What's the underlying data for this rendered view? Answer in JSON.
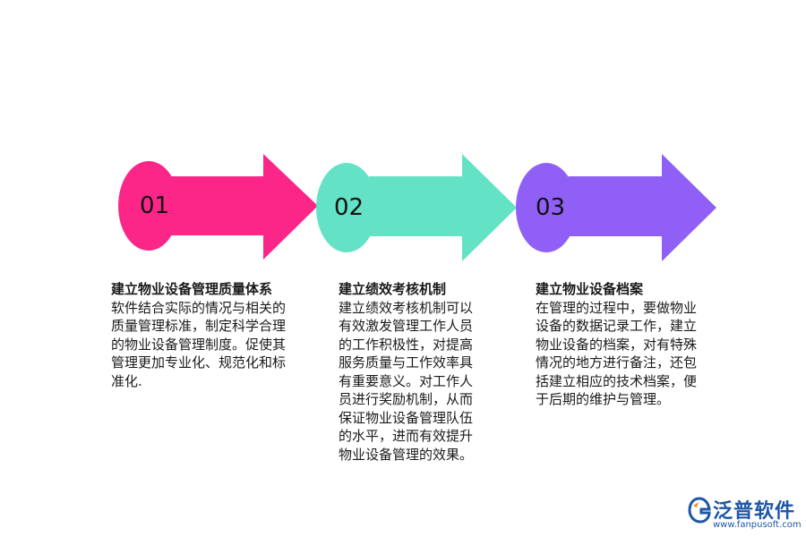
{
  "steps": [
    {
      "number": "01",
      "title": "建立物业设备管理质量体系",
      "description": "软件结合实际的情况与相关的\n质量管理标准，制定科学合理\n的物业设备管理制度。促使其\n管理更加专业化、规范化和标\n准化.",
      "color": "#fb2688"
    },
    {
      "number": "02",
      "title": "建立绩效考核机制",
      "description": "建立绩效考核机制可以\n有效激发管理工作人员\n的工作积极性，对提高\n服务质量与工作效率具\n有重要意义。对工作人\n员进行奖励机制，从而\n保证物业设备管理队伍\n的水平，进而有效提升\n物业设备管理的效果。",
      "color": "#63e2c6"
    },
    {
      "number": "03",
      "title": "建立物业设备档案",
      "description": "在管理的过程中，要做物业\n设备的数据记录工作，建立\n物业设备的档案，对有特殊\n情况的地方进行备注，还包\n括建立相应的技术档案，便\n于后期的维护与管理。",
      "color": "#9060f6"
    }
  ],
  "logo": {
    "name": "泛普软件",
    "url": "www.fanpusoft.com",
    "icon": "fanpu-logo-icon",
    "color": "#1d57a6",
    "accent": "#f08a24"
  }
}
